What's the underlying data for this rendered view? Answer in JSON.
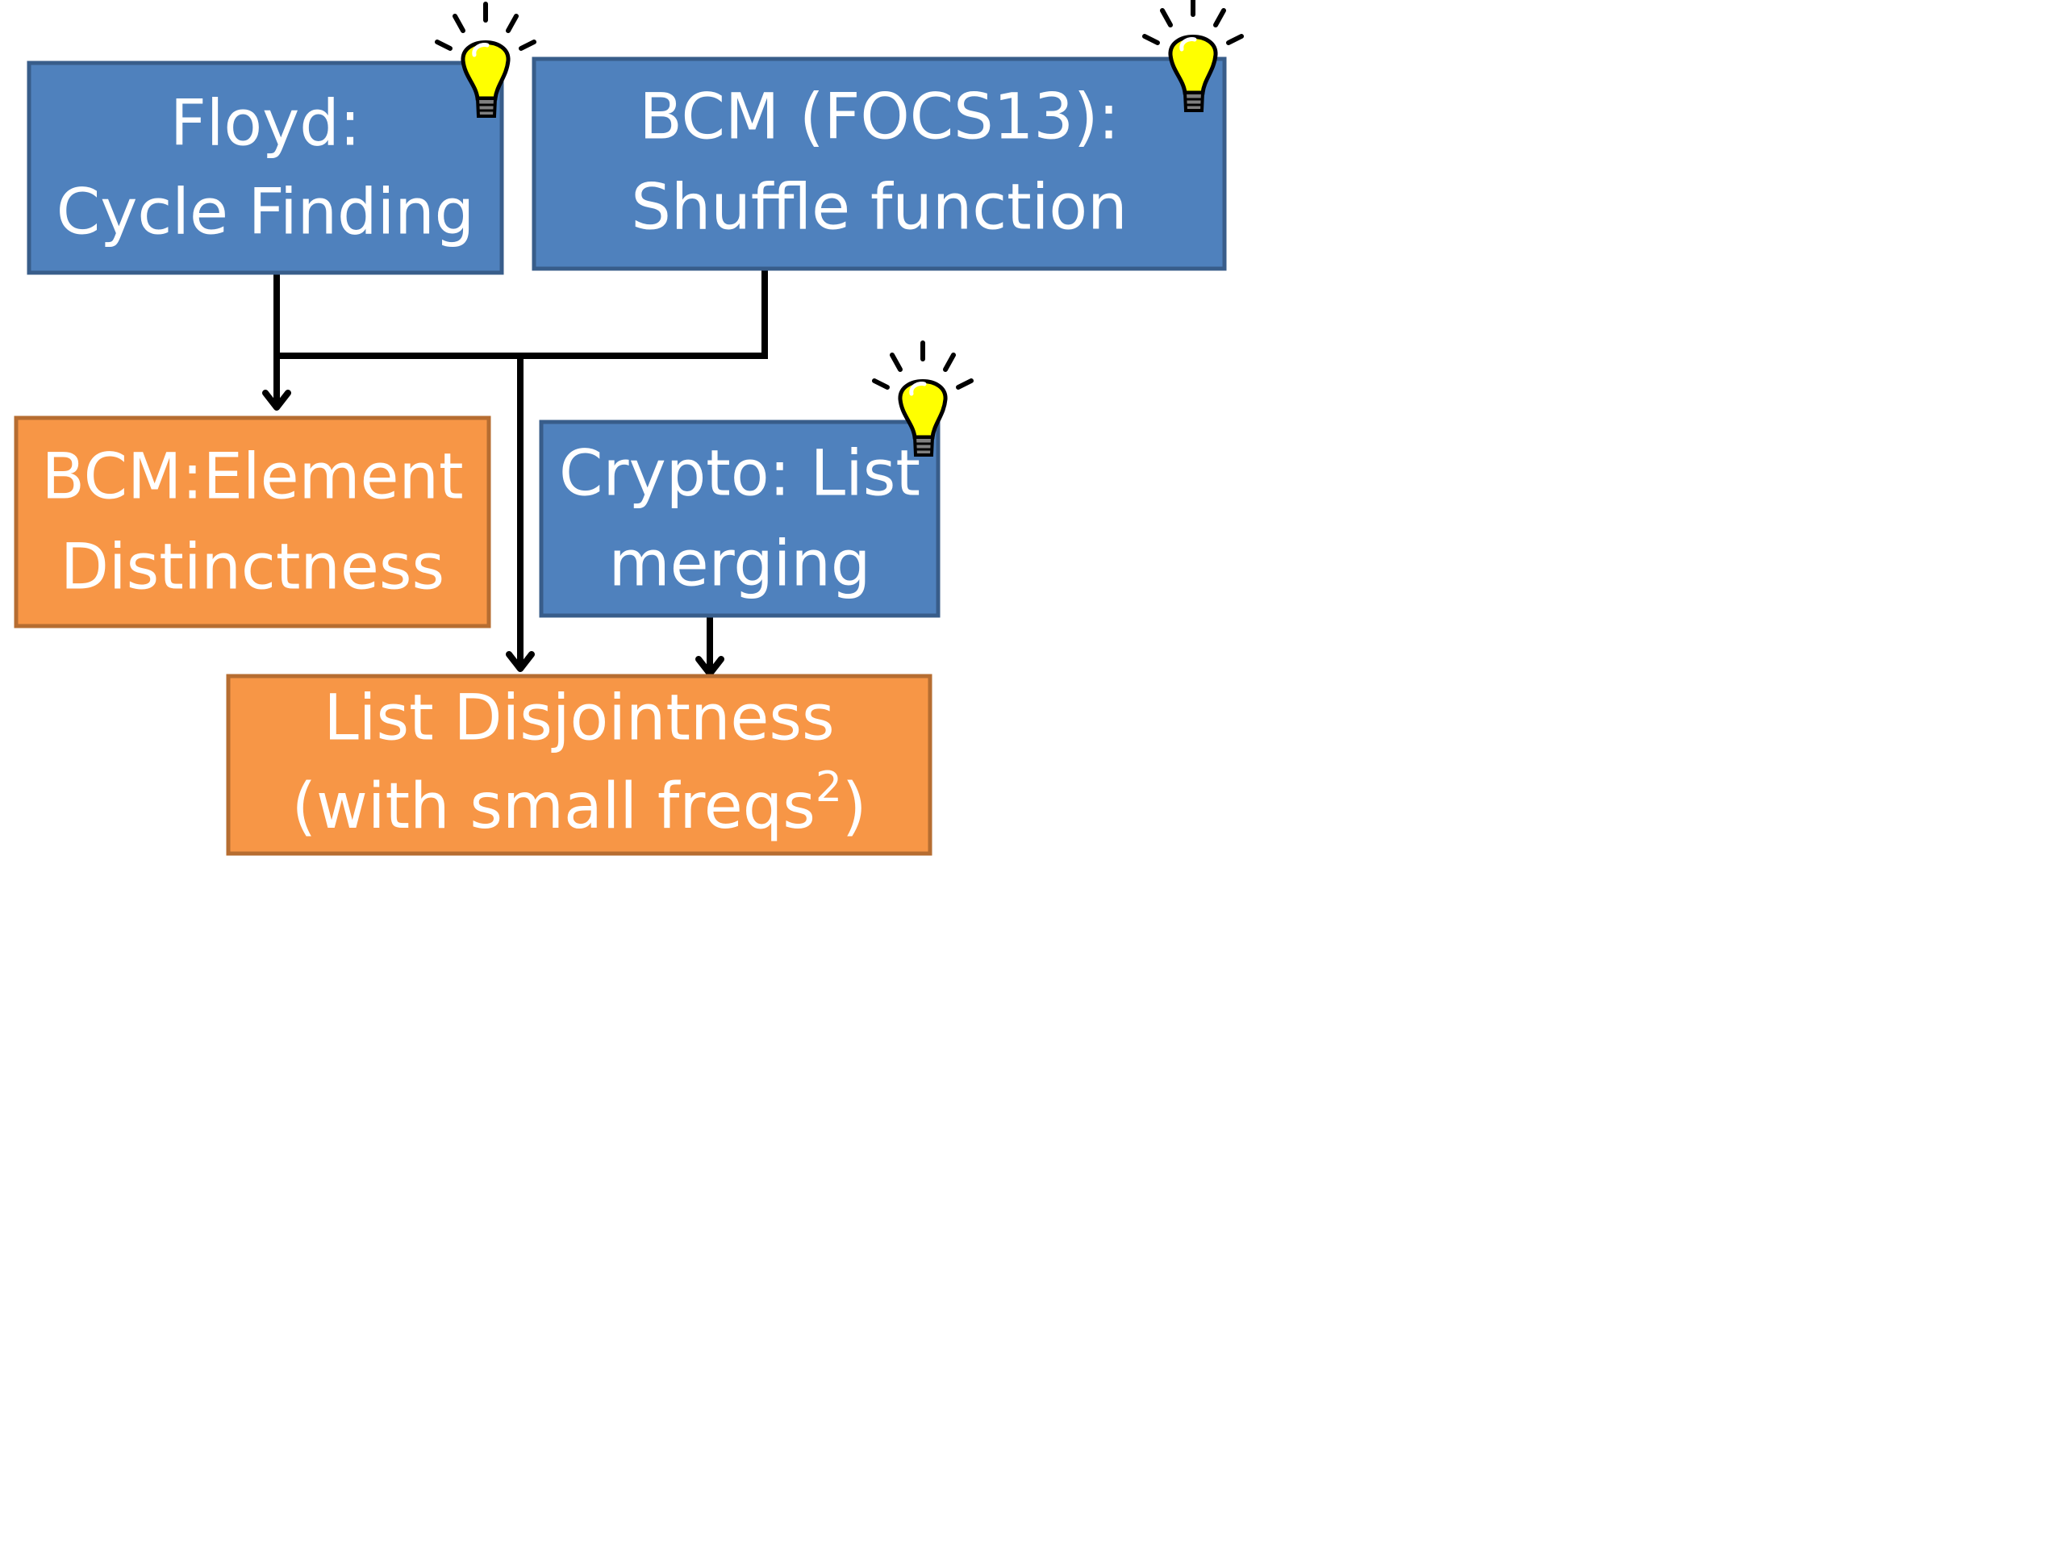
{
  "nodes": {
    "floyd": {
      "line1": "Floyd:",
      "line2": "Cycle Finding",
      "color": "#4f81bd",
      "has_idea_icon": true
    },
    "bcm_focs13": {
      "line1": "BCM (FOCS13):",
      "line2": "Shuffle function",
      "color": "#4f81bd",
      "has_idea_icon": true
    },
    "element_distinctness": {
      "line1": "BCM:Element",
      "line2": "Distinctness",
      "color": "#f79646",
      "has_idea_icon": false
    },
    "list_merging": {
      "line1": "Crypto: List",
      "line2": "merging",
      "color": "#4f81bd",
      "has_idea_icon": true
    },
    "list_disjointness": {
      "line1": "List Disjointness",
      "line2_prefix": "(with small freqs",
      "line2_sup": "2",
      "line2_suffix": ")",
      "color": "#f79646",
      "has_idea_icon": false
    }
  },
  "colors": {
    "blue_fill": "#4f81bd",
    "blue_border": "#385d8a",
    "orange_fill": "#f79646",
    "orange_border": "#b66d31",
    "bulb_yellow": "#ffff00",
    "connector": "#000000"
  },
  "icons": {
    "idea": "lightbulb-icon"
  }
}
